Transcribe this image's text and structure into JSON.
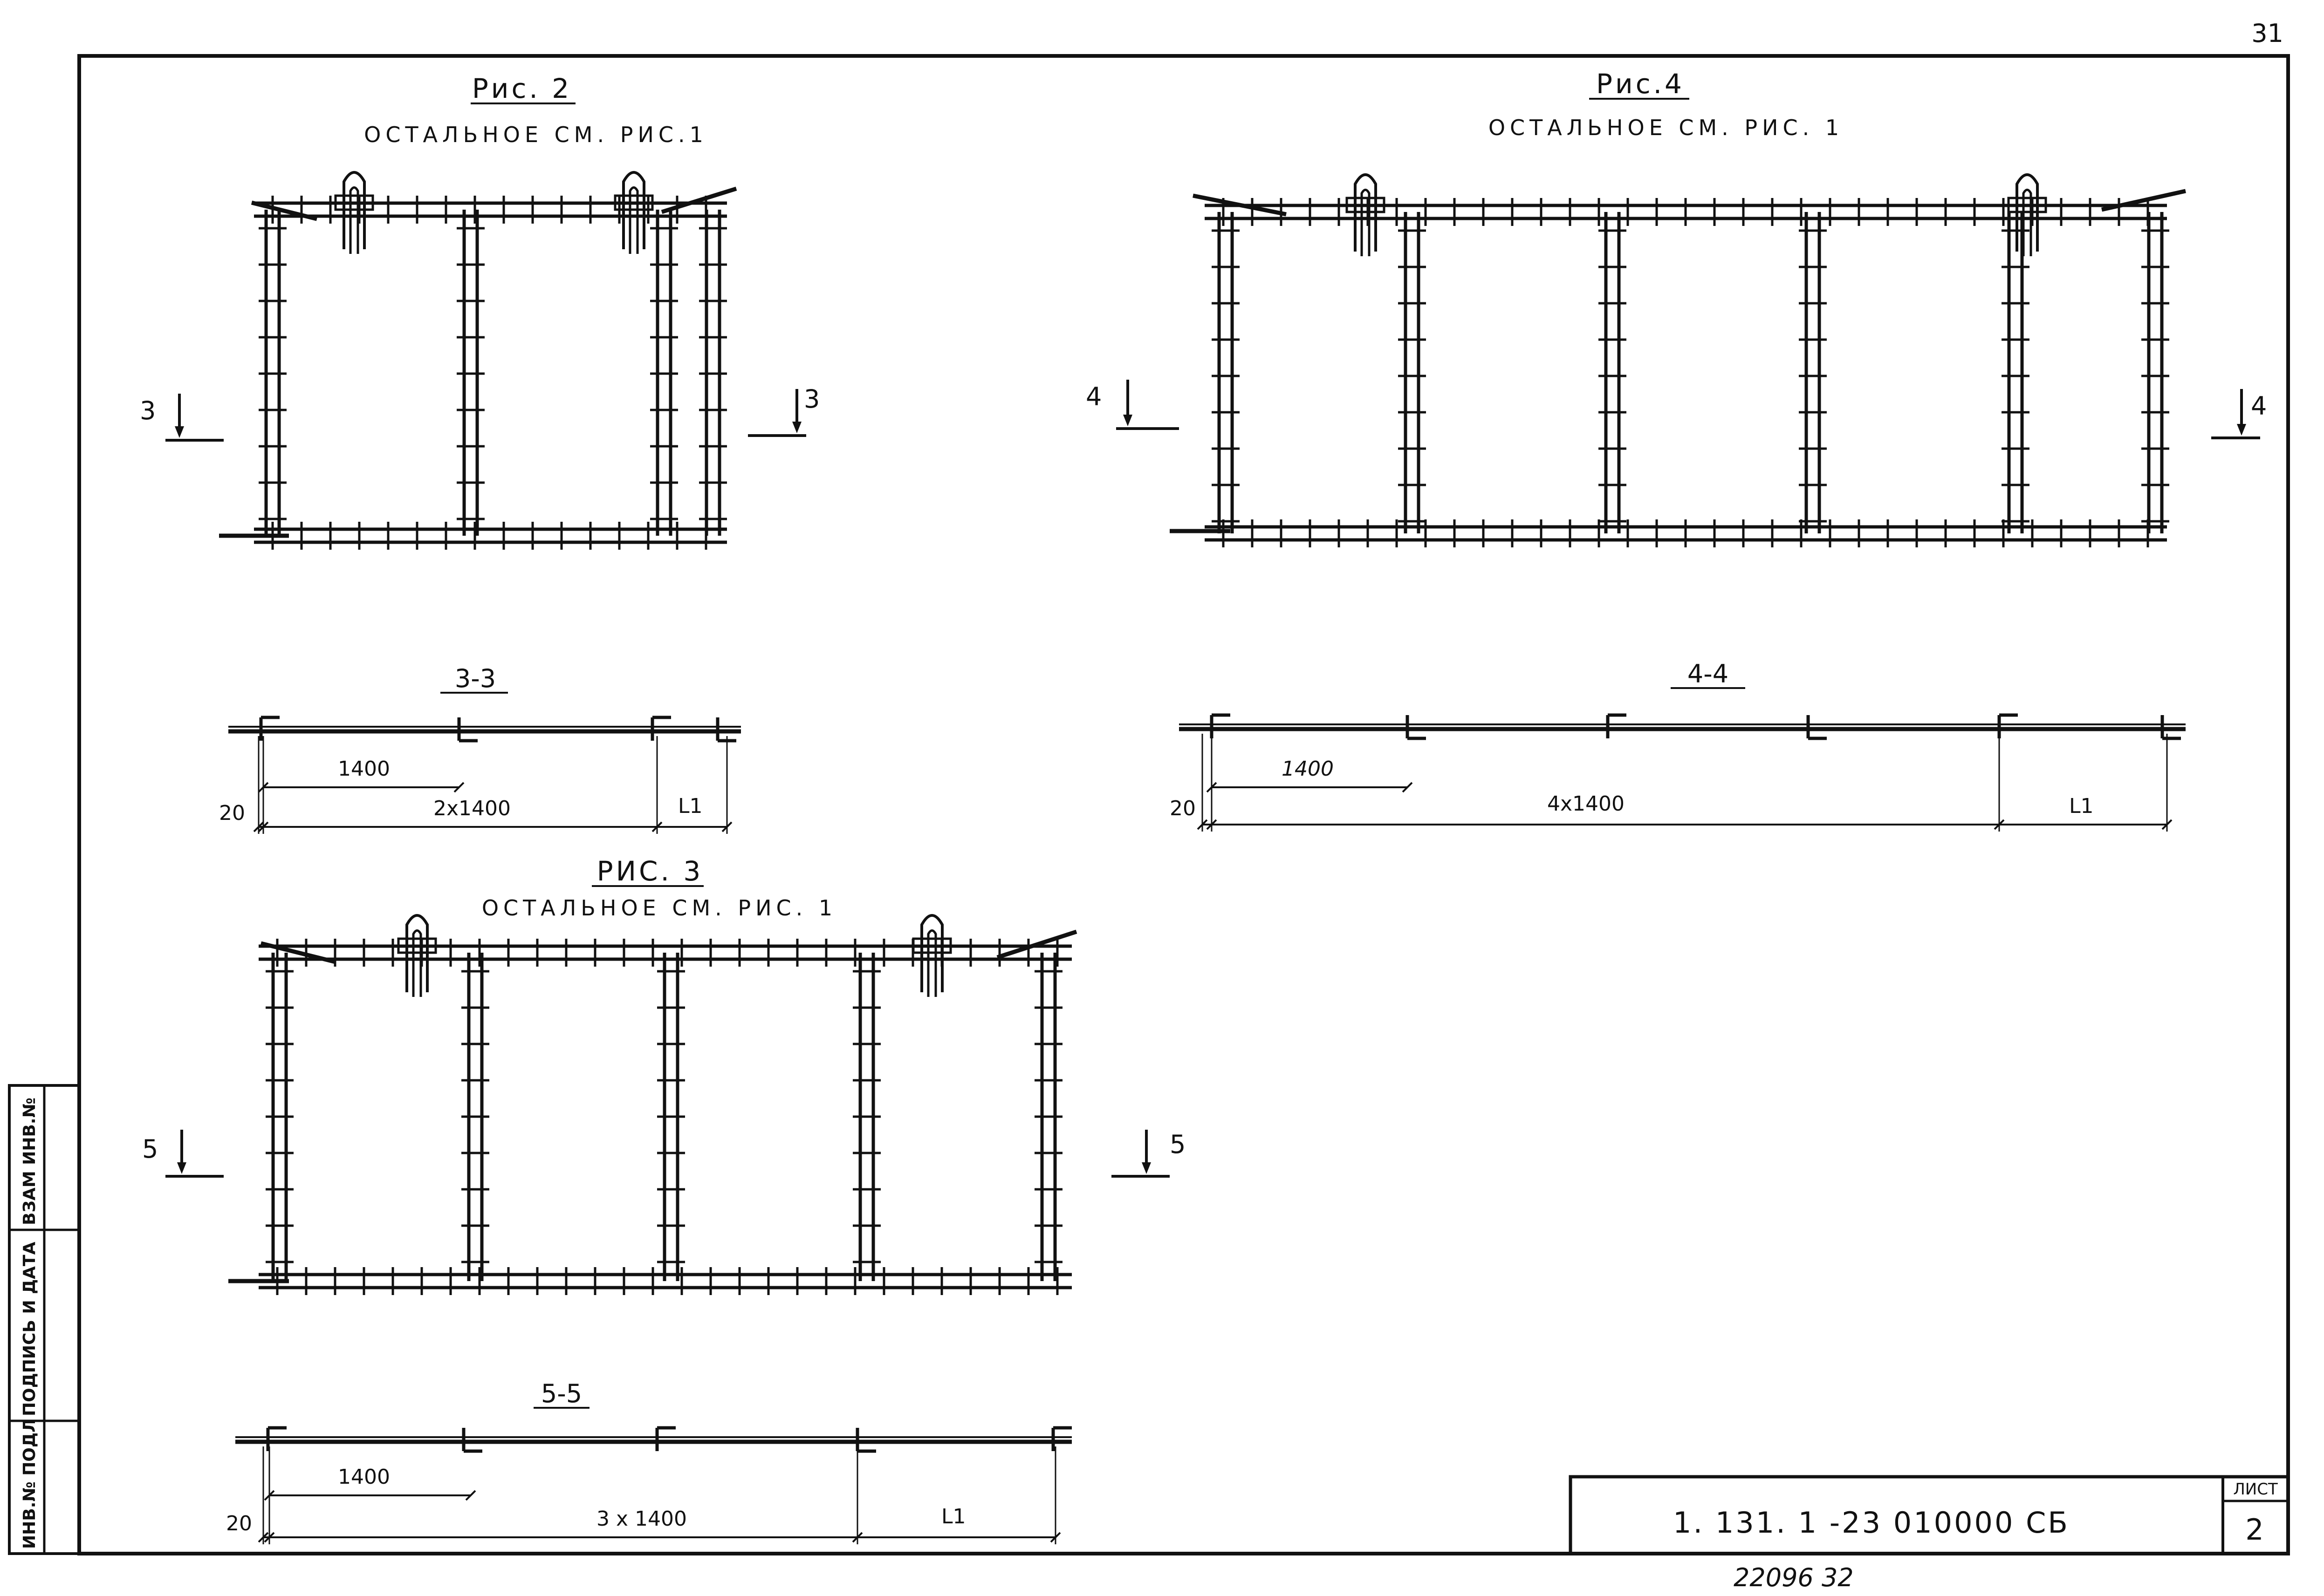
{
  "page_number": "31",
  "figures": {
    "fig2": {
      "title": "Рис. 2",
      "subtitle": "ОСТАЛЬНОЕ СМ. РИС.1"
    },
    "fig3": {
      "title": "РИС. 3",
      "subtitle": "ОСТАЛЬНОЕ СМ. РИС. 1"
    },
    "fig4": {
      "title": "Рис.4",
      "subtitle": "ОСТАЛЬНОЕ СМ. РИС. 1"
    }
  },
  "section_marks": {
    "s3_left": "3",
    "s3_right": "3",
    "s4_left": "4",
    "s4_right": "4",
    "s5_left": "5",
    "s5_right": "5"
  },
  "sections": {
    "s33": {
      "label": "3-3",
      "dim_offset": "20",
      "dim_1": "1400",
      "dim_2": "2х1400",
      "dim_3": "L1"
    },
    "s44": {
      "label": "4-4",
      "dim_offset": "20",
      "dim_1": "1400",
      "dim_2": "4х1400",
      "dim_3": "L1"
    },
    "s55": {
      "label": "5-5",
      "dim_offset": "20",
      "dim_1": "1400",
      "dim_2": "3 х 1400",
      "dim_3": "L1"
    }
  },
  "side_stamp": {
    "col1": "ИНВ.№ ПОДЛ",
    "col2": "ПОДПИСЬ И ДАТА",
    "col3": "ВЗАМ ИНВ.№"
  },
  "title_block": {
    "code": "1. 131. 1 -23   010000 СБ",
    "sheet_label": "ЛИСТ",
    "sheet_number": "2"
  },
  "bottom_note": "22096 32",
  "colors": {
    "ink": "#111111",
    "paper": "#ffffff"
  }
}
